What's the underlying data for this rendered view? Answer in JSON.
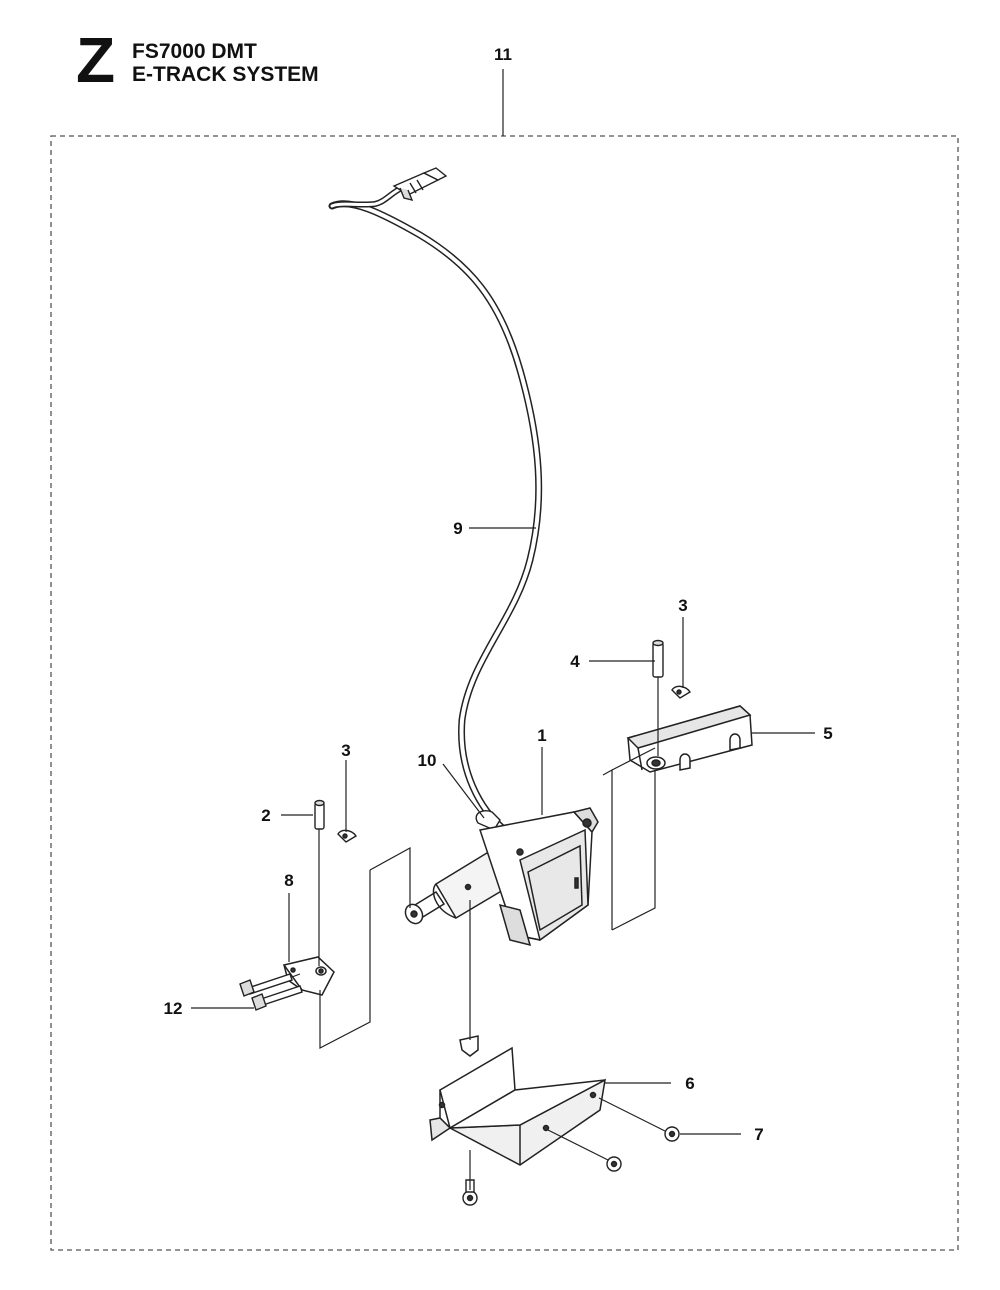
{
  "header": {
    "section_letter": "Z",
    "model": "FS7000 DMT",
    "system": "E-TRACK SYSTEM"
  },
  "callouts": {
    "c1": "1",
    "c2": "2",
    "c3a": "3",
    "c3b": "3",
    "c4": "4",
    "c5": "5",
    "c6": "6",
    "c7": "7",
    "c8": "8",
    "c9": "9",
    "c10": "10",
    "c11": "11",
    "c12": "12"
  }
}
